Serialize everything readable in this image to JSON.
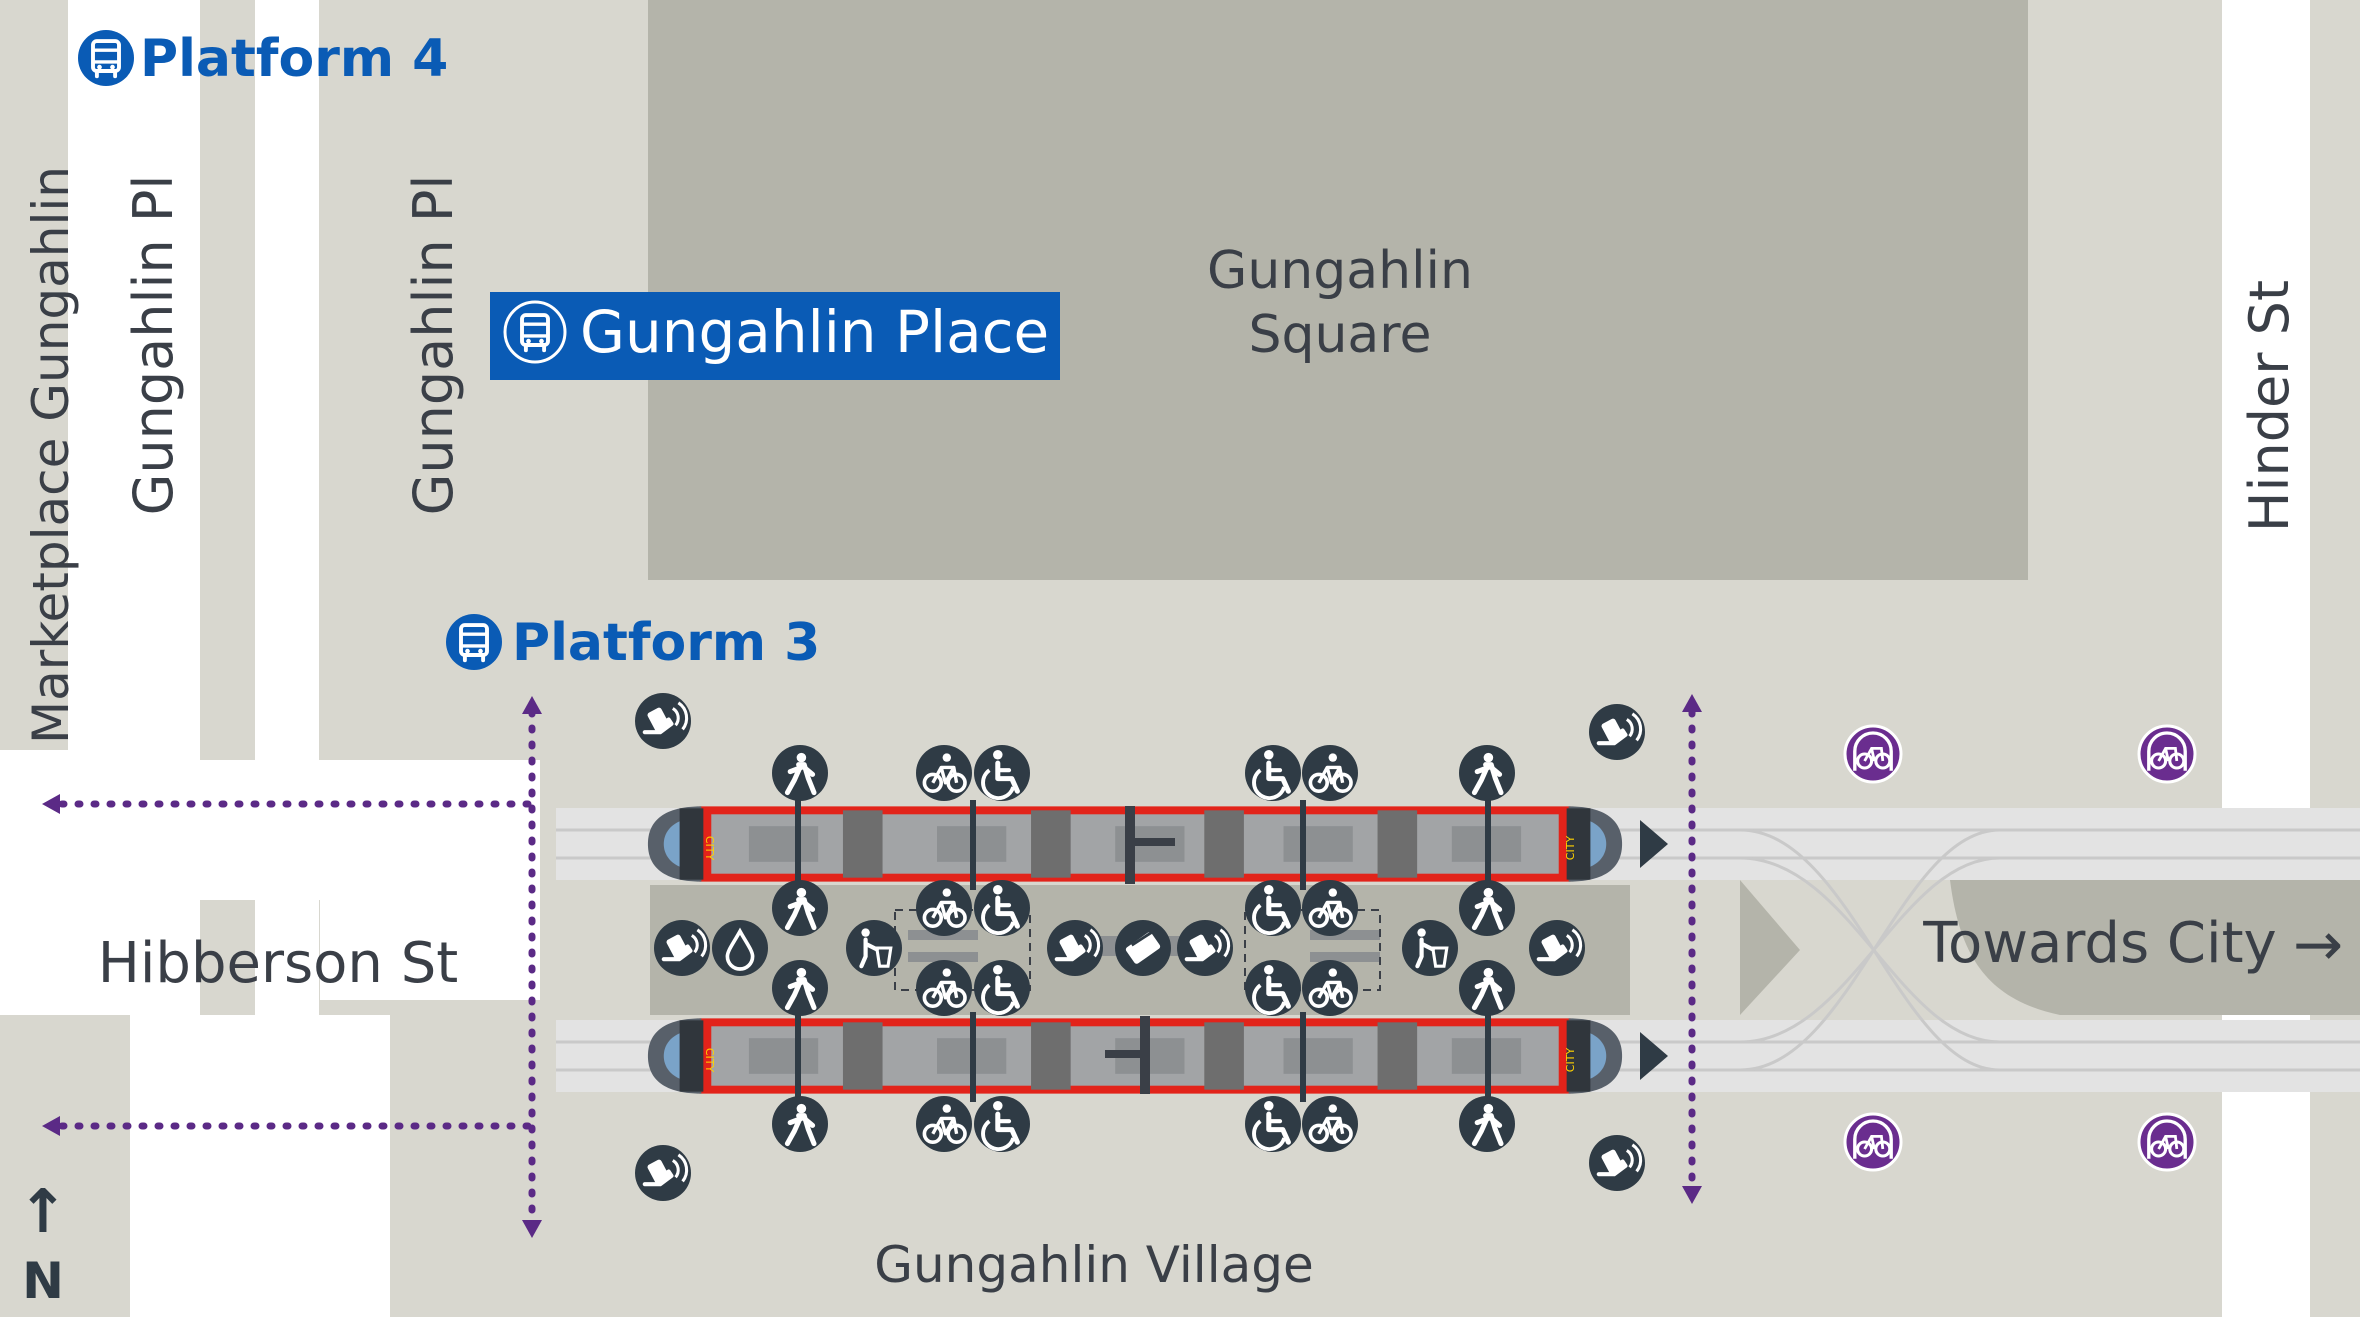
{
  "colors": {
    "ground": "#d8d7cf",
    "road": "#ffffff",
    "square": "#b4b4aa",
    "bus": "#0a5bb5",
    "tram_red": "#e2231a",
    "icon_dark": "#2f3b45",
    "bike": "#6a2d8f",
    "path": "#5b2a86",
    "text": "#3a3f47"
  },
  "streets": {
    "marketplace": "Marketplace Gungahlin",
    "gungahlin_pl_1": "Gungahlin Pl",
    "gungahlin_pl_2": "Gungahlin Pl",
    "hibberson": "Hibberson St",
    "hinder": "Hinder St"
  },
  "places": {
    "square_line1": "Gungahlin",
    "square_line2": "Square",
    "village": "Gungahlin Village",
    "towards_city": "Towards City",
    "towards_city_arrow": "→"
  },
  "bus": {
    "platform4": "Platform 4",
    "platform3": "Platform 3",
    "stop_name": "Gungahlin Place"
  },
  "compass": {
    "label": "N",
    "arrow": "↑"
  },
  "tram": {
    "cab_label": "CITY"
  },
  "icons": {
    "walk": "pedestrian-icon",
    "bike": "bicycle-icon",
    "wheelchair": "wheelchair-icon",
    "tap": "card-tap-icon",
    "water": "water-drop-icon",
    "bin": "bin-icon",
    "card": "ticket-card-icon",
    "bike_parking": "bike-parking-icon",
    "bus": "bus-icon"
  }
}
